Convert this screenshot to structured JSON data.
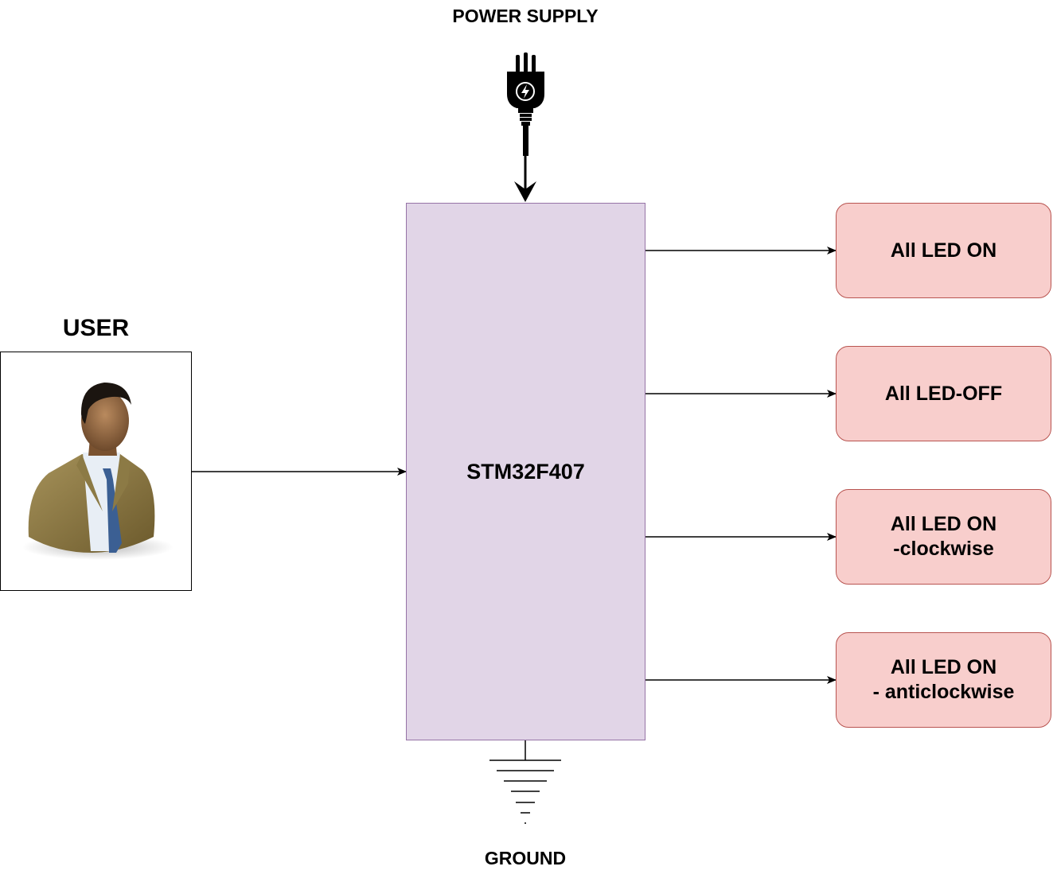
{
  "power_supply": {
    "label": "POWER SUPPLY",
    "icon": "power-plug-icon"
  },
  "user": {
    "label": "USER",
    "icon": "businessman-avatar-icon"
  },
  "controller": {
    "label": "STM32F407"
  },
  "ground": {
    "label": "GROUND",
    "icon": "ground-symbol-icon"
  },
  "outputs": [
    {
      "label": "All LED ON"
    },
    {
      "label": "All LED-OFF"
    },
    {
      "label": "All LED ON\n-clockwise"
    },
    {
      "label": "All LED ON\n- anticlockwise"
    }
  ],
  "colors": {
    "controller_fill": "#e1d5e7",
    "controller_stroke": "#9673a6",
    "output_fill": "#f8cecc",
    "output_stroke": "#b85450"
  }
}
